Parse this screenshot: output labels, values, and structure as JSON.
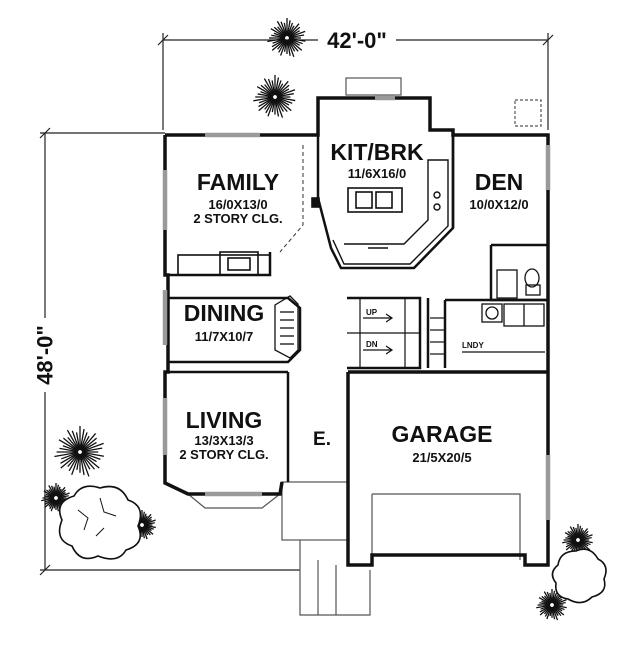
{
  "dimensions": {
    "width": "42'-0\"",
    "depth": "48'-0\""
  },
  "rooms": {
    "family": {
      "name": "FAMILY",
      "size": "16/0X13/0",
      "note": "2 STORY CLG."
    },
    "kit": {
      "name": "KIT/BRK",
      "size": "11/6X16/0"
    },
    "den": {
      "name": "DEN",
      "size": "10/0X12/0"
    },
    "dining": {
      "name": "DINING",
      "size": "11/7X10/7"
    },
    "living": {
      "name": "LIVING",
      "size": "13/3X13/3",
      "note": "2 STORY CLG."
    },
    "entry": {
      "name": "E."
    },
    "garage": {
      "name": "GARAGE",
      "size": "21/5X20/5"
    },
    "laundry": {
      "name": "LNDY"
    }
  },
  "stairs": {
    "up": "UP",
    "down": "DN"
  },
  "colors": {
    "wall": "#111111",
    "window": "#9a9a9a",
    "line": "#555555"
  },
  "decor": [
    "tree-icon",
    "shrub-icon"
  ]
}
